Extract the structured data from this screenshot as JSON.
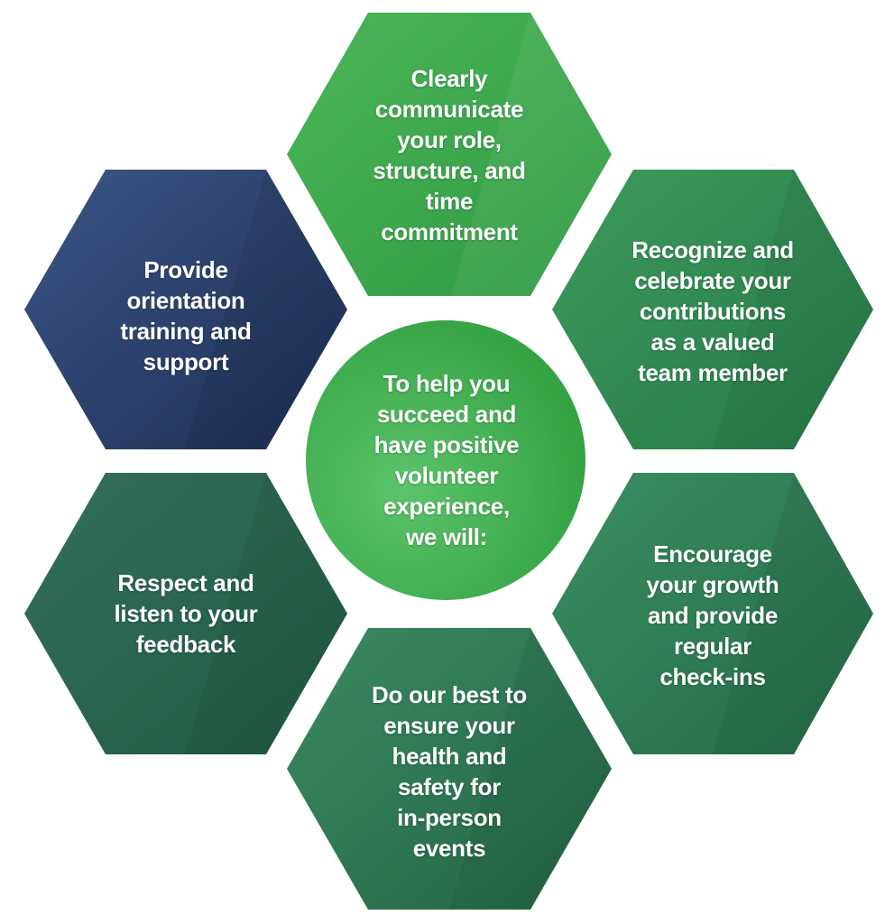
{
  "diagram": {
    "center": {
      "text": "To help you\nsucceed and\nhave positive\nvolunteer\nexperience,\nwe will:"
    },
    "items": [
      {
        "id": "top",
        "text": "Clearly\ncommunicate\nyour role,\nstructure, and\ntime\ncommitment"
      },
      {
        "id": "upper-right",
        "text": "Recognize and\ncelebrate your\ncontributions\nas a valued\nteam member"
      },
      {
        "id": "lower-right",
        "text": "Encourage\nyour growth\nand provide\nregular\ncheck-ins"
      },
      {
        "id": "bottom",
        "text": "Do our best to\nensure your\nhealth and\nsafety for\nin-person\nevents"
      },
      {
        "id": "lower-left",
        "text": "Respect and\nlisten to your\nfeedback"
      },
      {
        "id": "upper-left",
        "text": "Provide\norientation\ntraining and\nsupport"
      }
    ]
  },
  "colors": {
    "bright_green": "#3aa648",
    "mid_green": "#2e8a4f",
    "deep_green": "#246b4c",
    "navy": "#243a62",
    "center_green": "#39b54a"
  }
}
